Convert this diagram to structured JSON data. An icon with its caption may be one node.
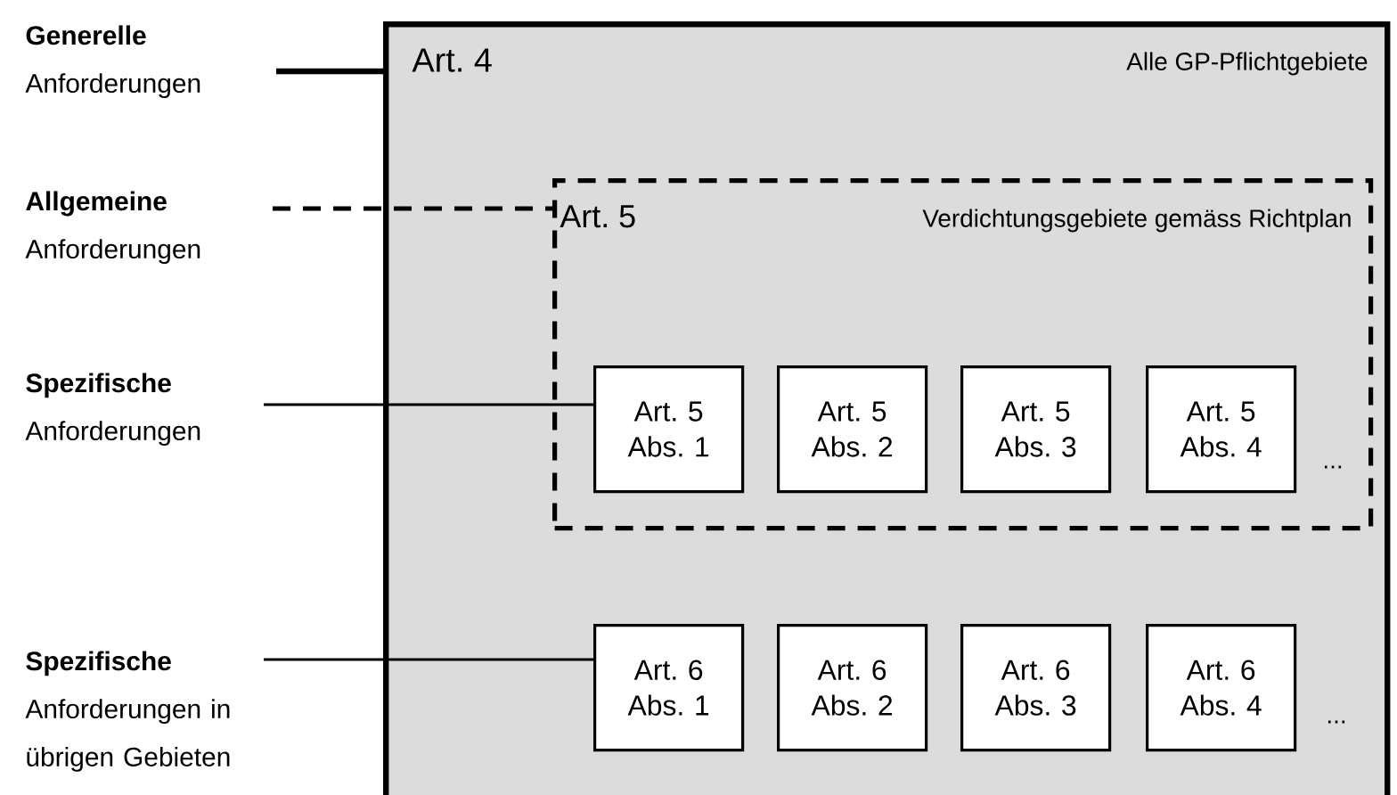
{
  "diagram": {
    "nodes": [
      {
        "text": [
          "Art. 4",
          "Alle GP-Pflichtgebiete"
        ]
      },
      {
        "text": [
          "Art. 5",
          "Verdichtungsgebiete gemäss Richtplan"
        ],
        "in": 0
      },
      {
        "text": [
          "Art. 5 Abs. 1"
        ],
        "in": 1
      },
      {
        "text": [
          "Art. 5 Abs. 2"
        ],
        "in": 1
      },
      {
        "text": [
          "Art. 5 Abs. 3"
        ],
        "in": 1
      },
      {
        "text": [
          "Art. 5 Abs. 4"
        ],
        "in": 1
      },
      {
        "text": [
          "Art. 6 Abs. 1"
        ],
        "in": 0
      },
      {
        "text": [
          "Art. 6 Abs. 2"
        ],
        "in": 0
      },
      {
        "text": [
          "Art. 6 Abs. 3"
        ],
        "in": 0
      },
      {
        "text": [
          "Art. 6 Abs. 4"
        ],
        "in": 0
      },
      {
        "text": [
          "Generelle",
          "Anforderungen"
        ]
      },
      {
        "text": [
          "Allgemeine",
          "Anforderungen"
        ]
      },
      {
        "text": [
          "Spezifische",
          "Anforderungen"
        ]
      },
      {
        "text": [
          "Spezifische",
          "Anforderungen in übrigen Gebieten"
        ]
      }
    ],
    "edges": [
      {
        "from": 10,
        "to": 0,
        "arrow": "none",
        "style": "thick"
      },
      {
        "from": 11,
        "to": 1,
        "arrow": "none",
        "style": "dashed"
      },
      {
        "from": 12,
        "to": 2,
        "arrow": "none"
      },
      {
        "from": 13,
        "to": 6,
        "arrow": "none"
      }
    ],
    "labels": [
      "...",
      "..."
    ]
  }
}
